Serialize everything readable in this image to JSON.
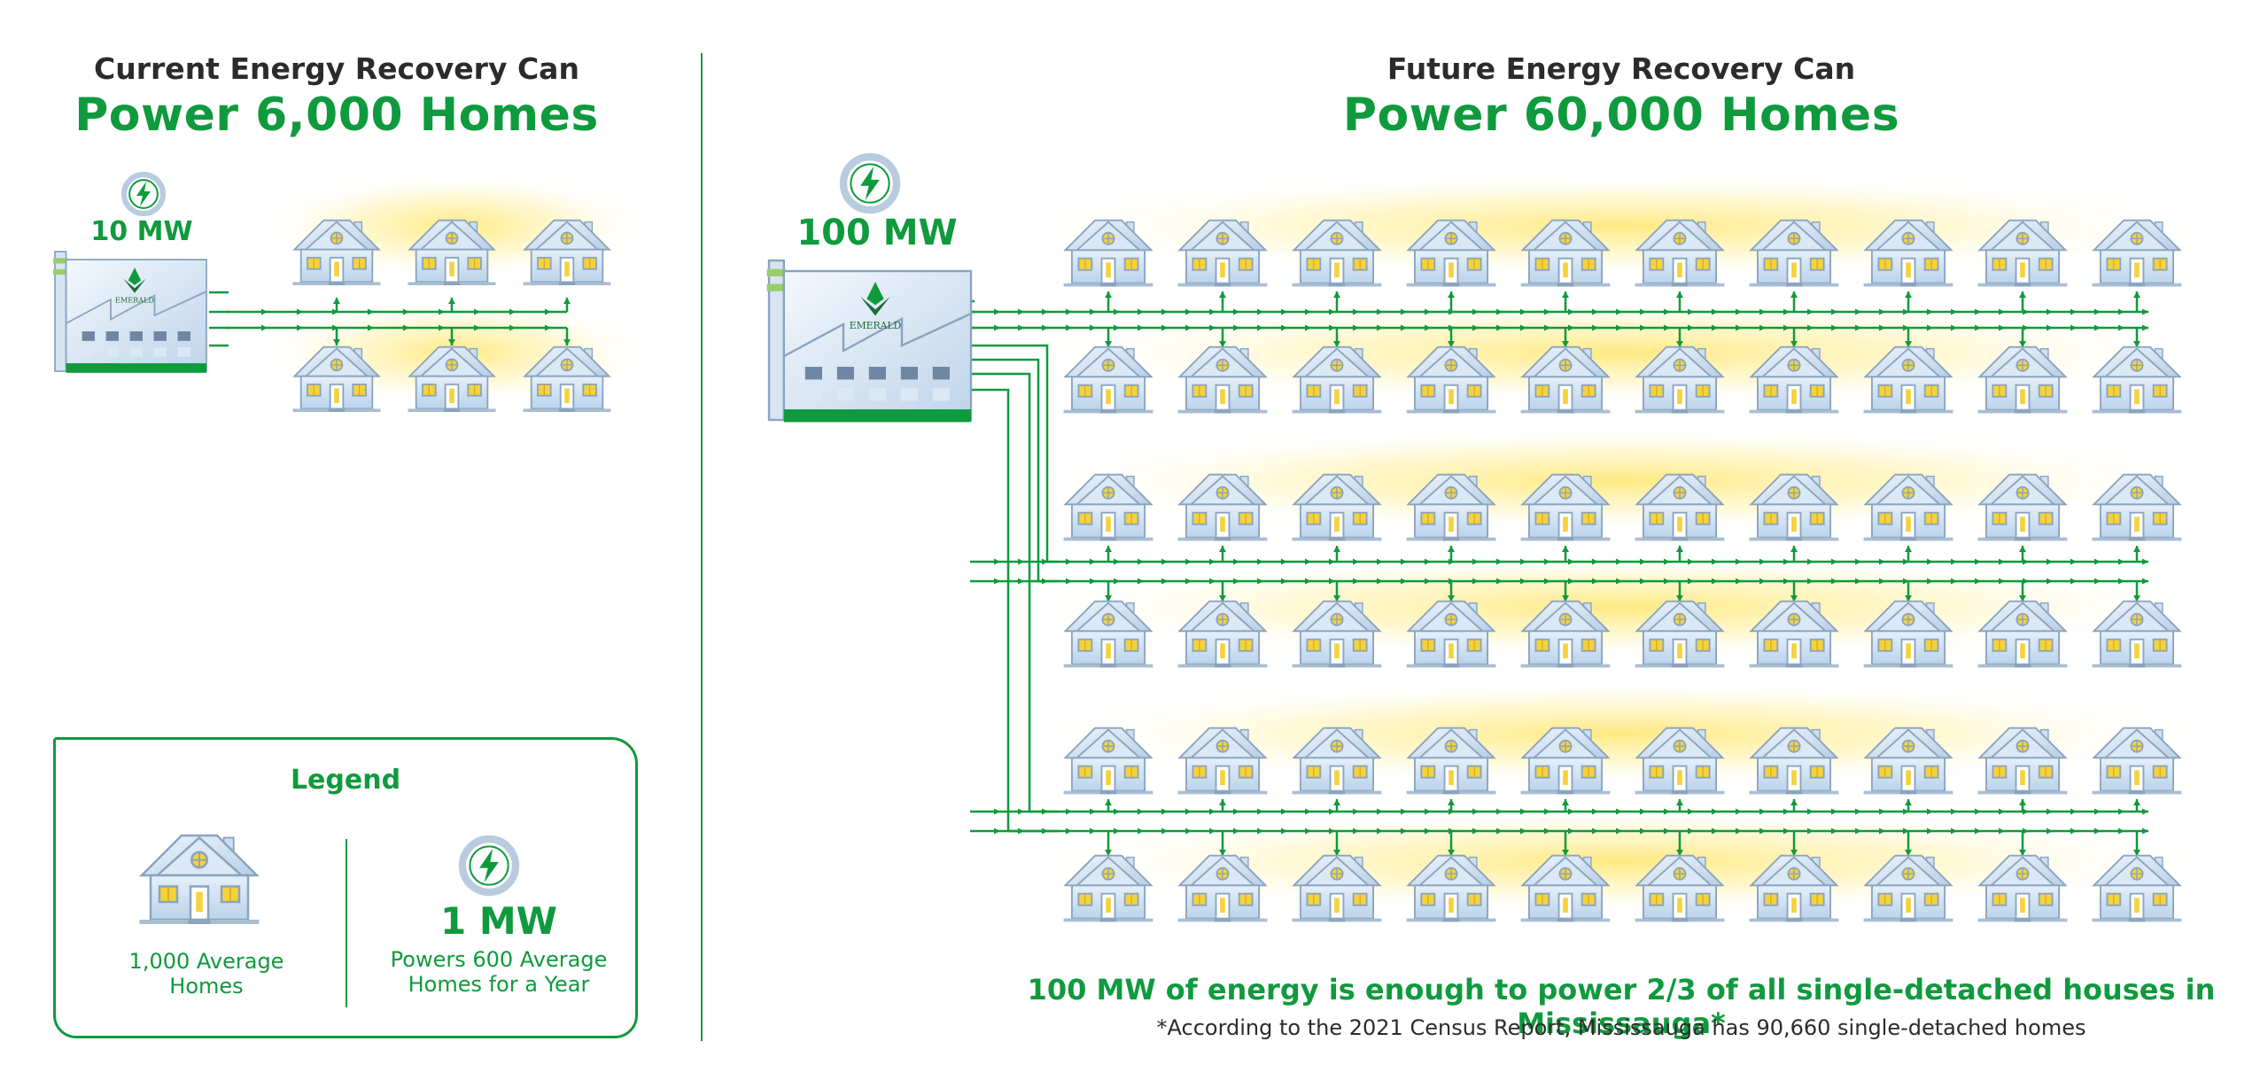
{
  "left": {
    "heading_top": "Current Energy Recovery Can",
    "heading_main": "Power 6,000 Homes",
    "plant_label": "10 MW",
    "plant_logo": "EMERALD",
    "homes": 6,
    "home_rows": 2,
    "homes_per_row": 3
  },
  "right": {
    "heading_top": "Future Energy Recovery Can",
    "heading_main": "Power 60,000 Homes",
    "plant_label": "100 MW",
    "plant_logo": "EMERALD",
    "homes": 60,
    "home_rows": 6,
    "homes_per_row": 10
  },
  "legend": {
    "title": "Legend",
    "home_text_1": "1,000 Average",
    "home_text_2": "Homes",
    "mw_value": "1 MW",
    "mw_text_1": "Powers 600 Average",
    "mw_text_2": "Homes for a Year"
  },
  "footer": {
    "statement": "100 MW of energy is enough to power 2/3 of all single-detached houses in Mississauga*",
    "note": "*According to the 2021 Census Report, Mississauga has 90,660 single-detached homes"
  },
  "icons": {
    "power_badge": "lightning-bolt-icon",
    "home": "house-icon",
    "plant": "factory-icon"
  },
  "colors": {
    "green": "#0f9a3d",
    "dark_text": "#2b2b2b",
    "glow": "#fff3b0",
    "house_blue": "#c9dcef",
    "window_yellow": "#f6d23a"
  }
}
